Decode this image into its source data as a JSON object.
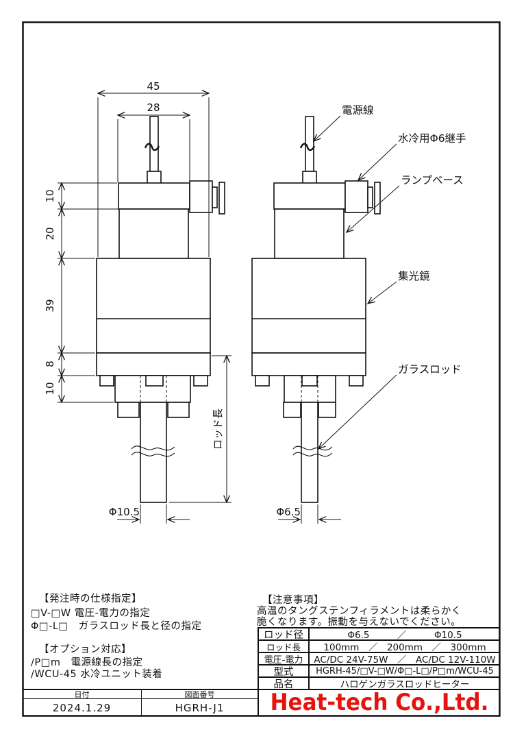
{
  "drawing": {
    "dims": {
      "overall_width": "45",
      "top_width": "28",
      "h_top": "10",
      "h_lamp": "20",
      "h_mirror": "39",
      "h_flange": "8",
      "h_socket": "10",
      "rod_length": "ロッド長",
      "rod_dia_left": "Φ10.5",
      "rod_dia_right": "Φ6.5"
    },
    "callouts": {
      "power_cord": "電源線",
      "water_fitting": "水冷用Φ6継手",
      "lamp_base": "ランプベース",
      "condenser_mirror": "集光鏡",
      "glass_rod": "ガラスロッド"
    }
  },
  "notes_left": {
    "spec_title": "【発注時の仕様指定】",
    "spec_line1": "□V-□W 電圧-電力の指定",
    "spec_line2": "Φ□-L□　ガラスロッド長と径の指定",
    "option_title": "【オプション対応】",
    "option_line1": "/P□m　電源線長の指定",
    "option_line2": "/WCU-45 水冷ユニット装着"
  },
  "notes_right": {
    "title": "【注意事項】",
    "line1": "高温のタングステンフィラメントは柔らかく",
    "line2": "脆くなります。振動を与えないでください。"
  },
  "spec_table": {
    "rows": [
      {
        "label": "ロッド径",
        "value": "Φ6.5　　　／　　　Φ10.5"
      },
      {
        "label": "ロッド長",
        "value": "100mm　／　200mm　／　300mm"
      },
      {
        "label": "電圧-電力",
        "value": "AC/DC 24V-75W　／　AC/DC 12V-110W"
      },
      {
        "label": "型式",
        "value": "HGRH-45/□V-□W/Φ□-L□/P□m/WCU-45"
      },
      {
        "label": "品名",
        "value": "ハロゲンガラスロッドヒーター"
      }
    ]
  },
  "title_block": {
    "date_label": "日付",
    "date_value": "2024.1.29",
    "number_label": "図面番号",
    "number_value": "HGRH-J1"
  },
  "logo": {
    "text": "Heat-tech Co.,Ltd.",
    "color": "#e8120c"
  }
}
